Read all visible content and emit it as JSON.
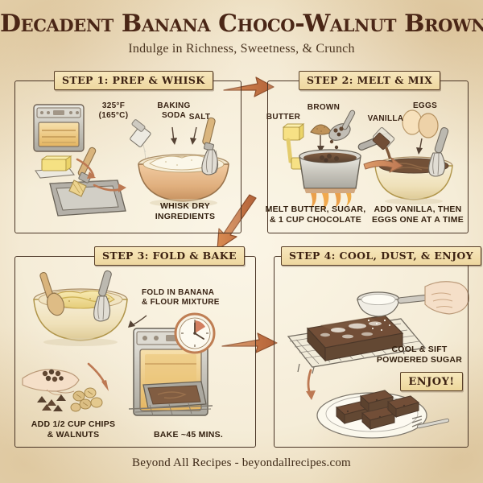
{
  "title": "Decadent Banana Choco-Walnut Brownies",
  "subtitle": "Indulge in Richness, Sweetness, & Crunch",
  "footer": "Beyond All Recipes - beyondallrecipes.com",
  "colors": {
    "paper": "#f4ead4",
    "ink": "#3a2415",
    "title": "#4a2616",
    "arrow": "#c8753f",
    "header_tab": "#f0d9a2",
    "border": "#4a3526"
  },
  "steps": [
    {
      "id": "step-1",
      "header": "STEP 1: PREP & WHISK",
      "labels": [
        {
          "name": "oven-temperature",
          "text": "325°F\n(165°C)"
        },
        {
          "name": "baking-soda",
          "text": "BAKING\nSODA"
        },
        {
          "name": "salt",
          "text": "SALT"
        }
      ],
      "captions": [
        {
          "name": "whisk-dry-ingredients",
          "text": "WHISK DRY\nINGREDIENTS"
        }
      ],
      "icons": [
        "oven-icon",
        "butter-stick-icon",
        "pastry-brush-icon",
        "baking-pan-icon",
        "salt-shaker-icon",
        "mixing-bowl-icon",
        "whisk-icon"
      ]
    },
    {
      "id": "step-2",
      "header": "STEP 2: MELT & MIX",
      "labels": [
        {
          "name": "butter",
          "text": "BUTTER"
        },
        {
          "name": "brown-sugar",
          "text": "BROWN"
        },
        {
          "name": "vanilla",
          "text": "VANILLA"
        },
        {
          "name": "eggs",
          "text": "EGGS"
        }
      ],
      "captions": [
        {
          "name": "melt-butter-sugar-chocolate",
          "text": "MELT BUTTER, SUGAR,\n& 1 CUP CHOCOLATE"
        },
        {
          "name": "add-vanilla-eggs",
          "text": "ADD VANILLA, THEN\nEGGS ONE AT A TIME"
        }
      ],
      "icons": [
        "butter-pat-icon",
        "brown-sugar-mound-icon",
        "chocolate-chip-spoon-icon",
        "saucepan-icon",
        "flame-icon",
        "vanilla-bottle-icon",
        "egg-icon",
        "mixing-bowl-icon",
        "whisk-icon"
      ]
    },
    {
      "id": "step-3",
      "header": "STEP 3: FOLD & BAKE",
      "labels": [
        {
          "name": "fold-in-banana-flour",
          "text": "FOLD IN BANANA\n& FLOUR MIXTURE"
        }
      ],
      "captions": [
        {
          "name": "add-chips-walnuts",
          "text": "ADD 1/2 CUP CHIPS\n& WALNUTS"
        },
        {
          "name": "bake-time",
          "text": "BAKE ~45 MINS."
        }
      ],
      "icons": [
        "mixing-bowl-icon",
        "wooden-spoon-icon",
        "whisk-icon",
        "hand-icon",
        "chocolate-chip-icon",
        "walnut-icon",
        "oven-icon",
        "clock-icon",
        "brownie-pan-icon"
      ]
    },
    {
      "id": "step-4",
      "header": "STEP 4: COOL, DUST, & ENJOY",
      "labels": [],
      "captions": [
        {
          "name": "cool-and-sift",
          "text": "COOL & SIFT\nPOWDERED SUGAR"
        }
      ],
      "badge": "ENJOY!",
      "icons": [
        "cooling-rack-icon",
        "brownie-slab-icon",
        "sieve-icon",
        "hand-icon",
        "plate-icon",
        "brownie-square-icon",
        "fork-icon"
      ]
    }
  ]
}
